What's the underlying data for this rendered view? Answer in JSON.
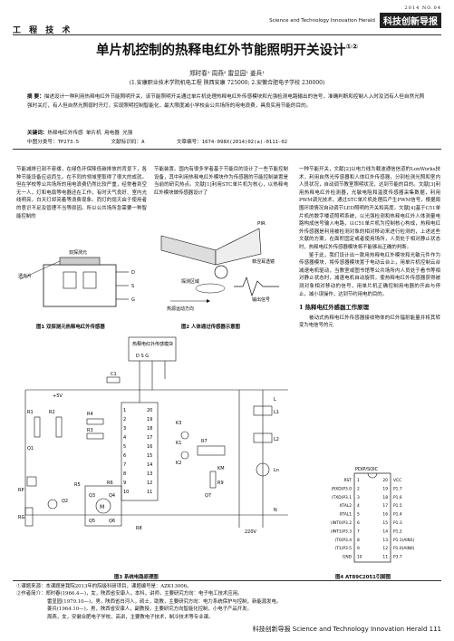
{
  "header": {
    "section": "工 程 技 术",
    "year_issue": "2014  NO.04",
    "journal_en": "Science and Technology Innovation Herald",
    "journal_cn": "科技创新导报"
  },
  "title": "单片机控制的热释电红外节能照明开关设计",
  "title_marks": "①②",
  "authors": "郑时春¹  周燕²  雷显园¹  姜兵¹",
  "affiliation": "(1.安康职业技术学院机电工程  陕西安康  725000; 2.安徽合肥电子学校  230000)",
  "abstract": {
    "label": "摘  要：",
    "text": "描述设计一种利用热释电红外节能照明开关，该节能照明开关通过单片机处理热释电红外传感模块和光强检测电路输出的信号，准确判断和控制人入时及消有人但自然光照强时关灯，有人但自然光照弱时开灯，实现照明控制智能化，最大限度减小学校会公共场所的用电浪费，具良实用节能的目的。"
  },
  "keywords": {
    "label": "关键词：",
    "text": "热释电红外传感  单片机  用电器  光强"
  },
  "classification": {
    "clc": "中图分类号：TP273.5",
    "doc": "文献标识码：A",
    "article": "文章编号：1674-098X(2014)02(a)-0111-02"
  },
  "columns": {
    "col1": "节能减排已刻不容缓，在绿色环保降低碳排放的背景下，各种节能设备应运而生。在不同的领域里取得了很大的成就。但在学校等公共场所的用电浪费仍然比较严重，经常看到空无一人，灯和电扇等电器还在工作，有时天气良好、室内光线明亮，白天灯却亮着等浪费现象。而灯的熄灭由于使用者的意识不足及管理不当等原因。所以公共场所急需要一种智能控制的",
    "col2": "节能装置。国内有很多学者基于节能目的设计了一些节能控制设备，其中利用热释电红外模块作为传感器的节能控制装置是当前的研究热点。文献[1]利用STC单片机为核心，以热释电红外模块做传感器设计了",
    "col3a": "一种节能开关，文献[2]以电力线为载波通信信道的LonWorks技术，利用自然光传感器和人体红外传感器，分别检测光照和室内人员状况，自动调节教室照明状况，达到节能的目的。文献[3]利用热释电红外检测器，光敏电阻和温度传感器采集数据，利用PWM调光技术，通过STC单片机处理后产生PWM信号，根据周围环境情况自动调节LED照明的开关和亮度。文献[4]基于C51单片机的数字楼道照明系统，以光强检测和热释电红外人体测量电路构成信号输入电路，以C51单片机为控制核心构成，热释电红外传感器是利用被检测对象的相对移动来进行检测的，上述这些文献的方案，在面积固定或者使用场所，人员处于相对静止状态时，热释电红外传感器模块将不能够出正确的判断。",
    "col3b": "鉴于此，我们设计出一款用热释电红外模块和光敏元件作为传感器模块，将传感器模块置于电动云台上，用单片机控制云台减速电机驱动，当教室或图书馆等公共场所内人员处于看书等相对静止状态时，减速电机自动旋转，使热释电红外传感器获得被测对象相对移动的信号，用单片机正确控制用电器的开启与停止，减小误操作，达到节约用电的目的。",
    "sec1": "1  热释电红外感器工作原理",
    "col3c": "被动式热释电红外传感器接收物体的红外辐射能量并将其转变为电信号的元"
  },
  "figures": {
    "fig1": "图1  双探测元热释电红外传感器",
    "fig2": "图2  人体通过传感器示意图",
    "fig3": "图3  系统电路原理图",
    "fig4": "图4  AT89C2051引脚图",
    "fig1_labels": {
      "left": "透光片",
      "right": "双探测元",
      "d": "D",
      "s": "S",
      "g": "G"
    },
    "fig2_labels": {
      "pir": "PIR",
      "detect": "探测区域",
      "move": "热源运动方向",
      "out": "输出信号",
      "mirror": "菲涅耳透镜"
    },
    "fig3_labels": {
      "sensor": "热释电红外传感模块",
      "dsg": "D  S  G",
      "c1": "C1",
      "r1": "R1",
      "r2": "R2",
      "r3": "R3",
      "r4": "R4",
      "r5": "R5",
      "r6": "R6",
      "r7": "R7",
      "r8": "R8",
      "r9": "R9",
      "k1": "K1",
      "k2": "K2",
      "k3": "K3",
      "km": "KM",
      "q1": "Q1",
      "q2": "Q2",
      "q3": "Q3",
      "q4": "Q4",
      "q5": "Q5",
      "q6": "Q6",
      "q7": "Q7",
      "m": "M",
      "rp": "RP",
      "rg": "RG",
      "l": "L",
      "l1": "L1",
      "l2": "L2",
      "ln": "Ln",
      "n": "N",
      "v220": "220V",
      "vcc": "+5V",
      "pins_l": [
        "1",
        "2",
        "3",
        "4",
        "5",
        "6",
        "7",
        "8",
        "9",
        "10"
      ],
      "pins_r": [
        "20",
        "19",
        "18",
        "17",
        "16",
        "15",
        "14",
        "13",
        "12",
        "11"
      ]
    },
    "fig4_labels": {
      "pkg": "PDIP/SOIC",
      "pins_l": [
        "RST",
        "(RXD)P3.0",
        "(TXD)P3.1",
        "XTAL2",
        "XTAL1",
        "(INT0)P3.2",
        "(INT1)P3.3",
        "(T0)P3.4",
        "(T1)P3.5",
        "GND"
      ],
      "pins_r": [
        "VCC",
        "P1.7",
        "P1.6",
        "P1.5",
        "P1.4",
        "P1.3",
        "P1.2",
        "P1.1(AIN1)",
        "P1.0(AIN0)",
        "P3.7"
      ],
      "nums_l": [
        "1",
        "2",
        "3",
        "4",
        "5",
        "6",
        "7",
        "8",
        "9",
        "10"
      ],
      "nums_r": [
        "20",
        "19",
        "18",
        "17",
        "16",
        "15",
        "14",
        "13",
        "12",
        "11"
      ]
    }
  },
  "footnotes": [
    "①课题来源：本课题是我院2013年的院级科研项目，课题编号是：AZK13006。",
    "②作者简介：郑时春(1966.4—)，女，陕西省安康人，本科，讲师，主要研究方向：电子电工技术应用。",
    "雷显园(1979.10—)，男，陕西省白河人，硕士，助教，主要研究方向：电力系统保护与控制，新能源发电。",
    "姜兵(1964.10—)，男，陕西省安康人，副教授，主要研究方向智能化控制，小电子产品开发。",
    "周燕，女，安徽合肥电子学校，高讲，主要教电子技术，制冷技术等专业课。"
  ],
  "footer": "科技创新导报  Science and Technology Innovation Herald     111"
}
